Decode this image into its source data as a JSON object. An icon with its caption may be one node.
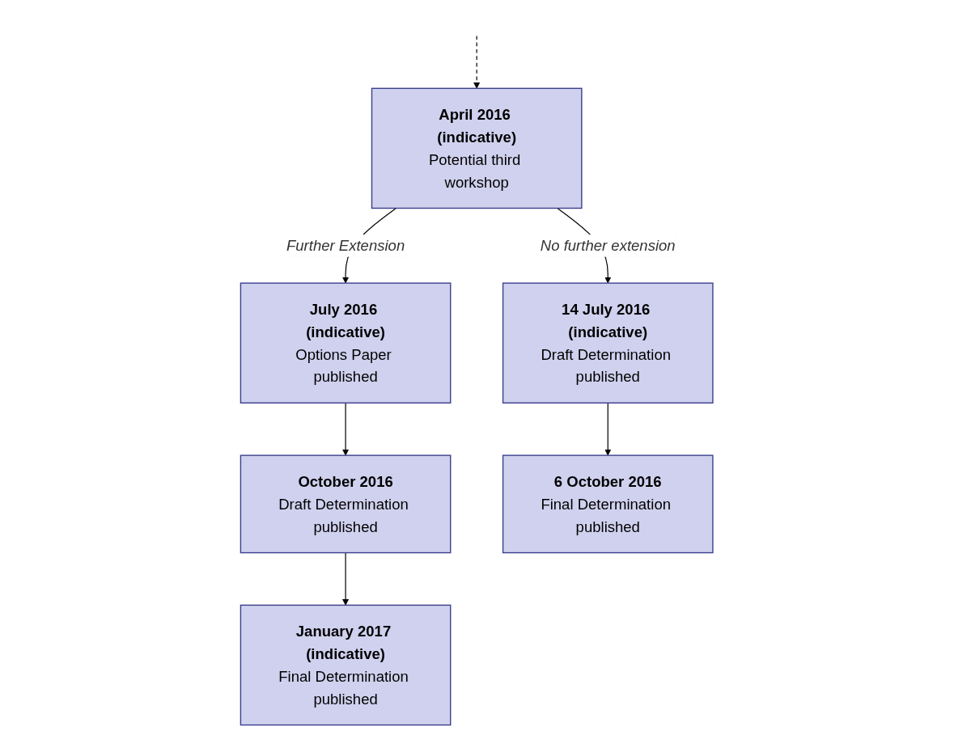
{
  "diagram": {
    "nodes": [
      {
        "text": [
          "April 2016 (indicative)",
          "Potential third workshop"
        ]
      },
      {
        "text": [
          "July 2016 (indicative)",
          "Options Paper published"
        ]
      },
      {
        "text": [
          "14 July 2016 (indicative)",
          "Draft Determination published"
        ]
      },
      {
        "text": [
          "October 2016",
          "Draft Determination published"
        ]
      },
      {
        "text": [
          "6 October 2016",
          "Final Determination published"
        ]
      },
      {
        "text": [
          "January 2017 (indicative)",
          "Final Determination published"
        ]
      }
    ],
    "edges": [
      {
        "from": 0,
        "to": 1,
        "arrow": "to",
        "label": "Further Extension"
      },
      {
        "from": 0,
        "to": 2,
        "arrow": "to",
        "label": "No further extension"
      },
      {
        "from": 1,
        "to": 3,
        "arrow": "to"
      },
      {
        "from": 2,
        "to": 4,
        "arrow": "to"
      },
      {
        "from": 3,
        "to": 5,
        "arrow": "to"
      },
      {
        "from": null,
        "to": 0,
        "arrow": "to",
        "style": "dashed"
      }
    ]
  }
}
